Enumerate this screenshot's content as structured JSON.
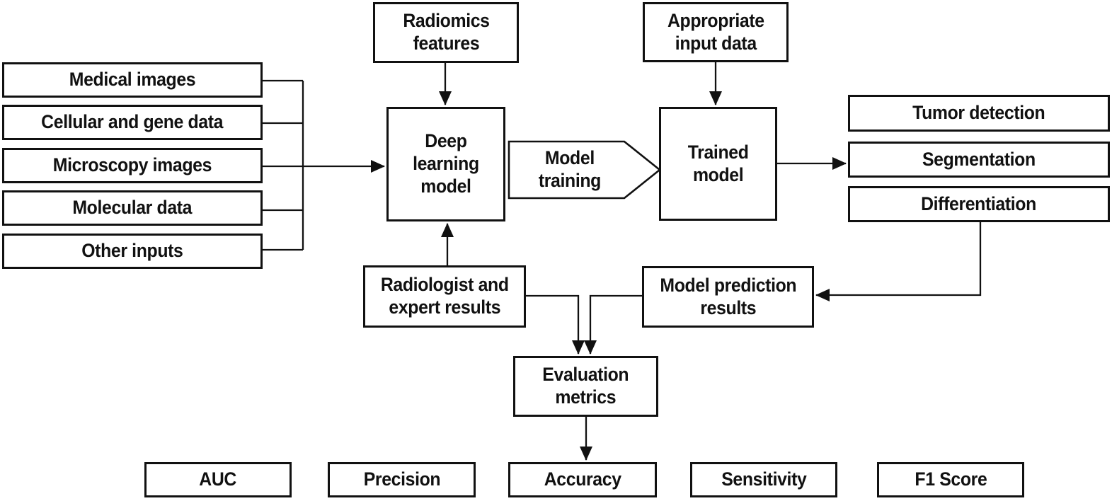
{
  "colors": {
    "stroke": "#111111",
    "box_fill": "#ffffff",
    "page_background": "#ffffff"
  },
  "flowchart": {
    "input_boxes": [
      "Medical images",
      "Cellular and gene data",
      "Microscopy images",
      "Molecular data",
      "Other inputs"
    ],
    "radiomics_box": "Radiomics\nfeatures",
    "appropriate_box": "Appropriate\ninput data",
    "deep_learning_box": "Deep\nlearning\nmodel",
    "model_training_label": "Model\ntraining",
    "trained_model_box": "Trained\nmodel",
    "output_boxes": [
      "Tumor detection",
      "Segmentation",
      "Differentiation"
    ],
    "model_prediction_box": "Model prediction\nresults",
    "radiologist_box": "Radiologist and\nexpert results",
    "evaluation_box": "Evaluation\nmetrics",
    "metric_boxes": [
      "AUC",
      "Precision",
      "Accuracy",
      "Sensitivity",
      "F1 Score"
    ]
  }
}
